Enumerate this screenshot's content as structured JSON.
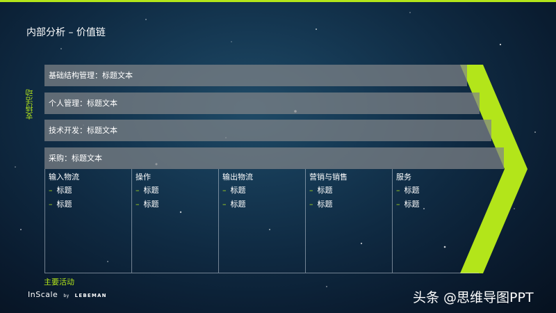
{
  "slide": {
    "title": "内部分析 – 价值链",
    "accent_color": "#b3e51a"
  },
  "support": {
    "label": "支持活动",
    "bands": [
      {
        "label": "基础结构管理：标题文本"
      },
      {
        "label": "个人管理：标题文本"
      },
      {
        "label": "技术开发：标题文本"
      },
      {
        "label": "采购：标题文本"
      }
    ]
  },
  "primary": {
    "label": "主要活动",
    "columns": [
      {
        "title": "输入物流",
        "items": [
          "标题",
          "标题"
        ]
      },
      {
        "title": "操作",
        "items": [
          "标题",
          "标题"
        ]
      },
      {
        "title": "输出物流",
        "items": [
          "标题",
          "标题"
        ]
      },
      {
        "title": "营销与销售",
        "items": [
          "标题",
          "标题"
        ]
      },
      {
        "title": "服务",
        "items": [
          "标题",
          "标题"
        ]
      }
    ],
    "bullet": "–"
  },
  "brand": {
    "name": "InScale",
    "by": "by",
    "sub": "LEBEMAN"
  },
  "watermark": "头条 @思维导图PPT"
}
